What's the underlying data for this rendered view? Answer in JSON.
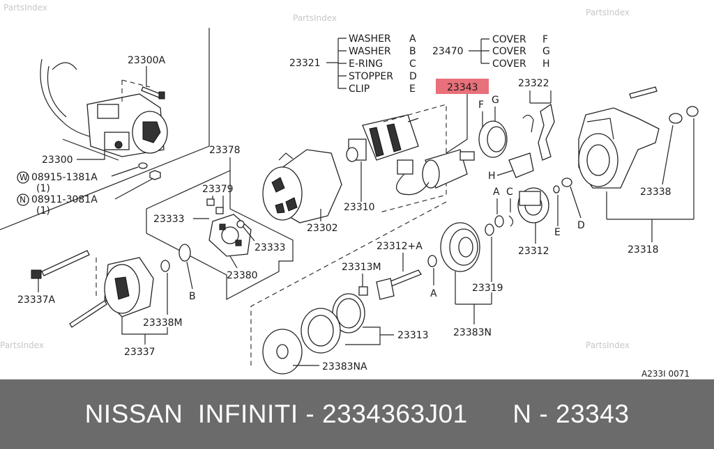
{
  "watermarks": [
    "PartsIndex",
    "PartsIndex",
    "PartsIndex",
    "PartsIndex",
    "PartsIndex"
  ],
  "highlight_color": "#e8707a",
  "legend_group_1": {
    "code": "23321",
    "items": [
      {
        "name": "WASHER",
        "letter": "A"
      },
      {
        "name": "WASHER",
        "letter": "B"
      },
      {
        "name": "E-RING",
        "letter": "C"
      },
      {
        "name": "STOPPER",
        "letter": "D"
      },
      {
        "name": "CLIP",
        "letter": "E"
      }
    ]
  },
  "legend_group_2": {
    "code": "23470",
    "items": [
      {
        "name": "COVER",
        "letter": "F"
      },
      {
        "name": "COVER",
        "letter": "G"
      },
      {
        "name": "COVER",
        "letter": "H"
      }
    ]
  },
  "callouts": {
    "p23300A": "23300A",
    "p23300": "23300",
    "w_circle": "W",
    "w_part": "08915-1381A",
    "w_qty": "(1)",
    "n_circle": "N",
    "n_part": "08911-3081A",
    "n_qty": "(1)",
    "p23378": "23378",
    "p23379": "23379",
    "p23333a": "23333",
    "p23333b": "23333",
    "p23380": "23380",
    "p23302": "23302",
    "p23310": "23310",
    "p23343": "23343",
    "p23322": "23322",
    "p23338": "23338",
    "p23318": "23318",
    "p23312": "23312",
    "p23319": "23319",
    "p23383N": "23383N",
    "p23312A": "23312+A",
    "p23313M": "23313M",
    "p23313": "23313",
    "p23383NA": "23383NA",
    "p23337A": "23337A",
    "p23338M": "23338M",
    "p23337": "23337",
    "lbl_A1": "A",
    "lbl_A2": "A",
    "lbl_B": "B",
    "lbl_C": "C",
    "lbl_D": "D",
    "lbl_E": "E",
    "lbl_F": "F",
    "lbl_G": "G",
    "lbl_H": "H",
    "diagram_code": "A233I 0071"
  },
  "footer": {
    "text": "NISSAN  INFINITI - 2334363J01      N - 23343"
  }
}
